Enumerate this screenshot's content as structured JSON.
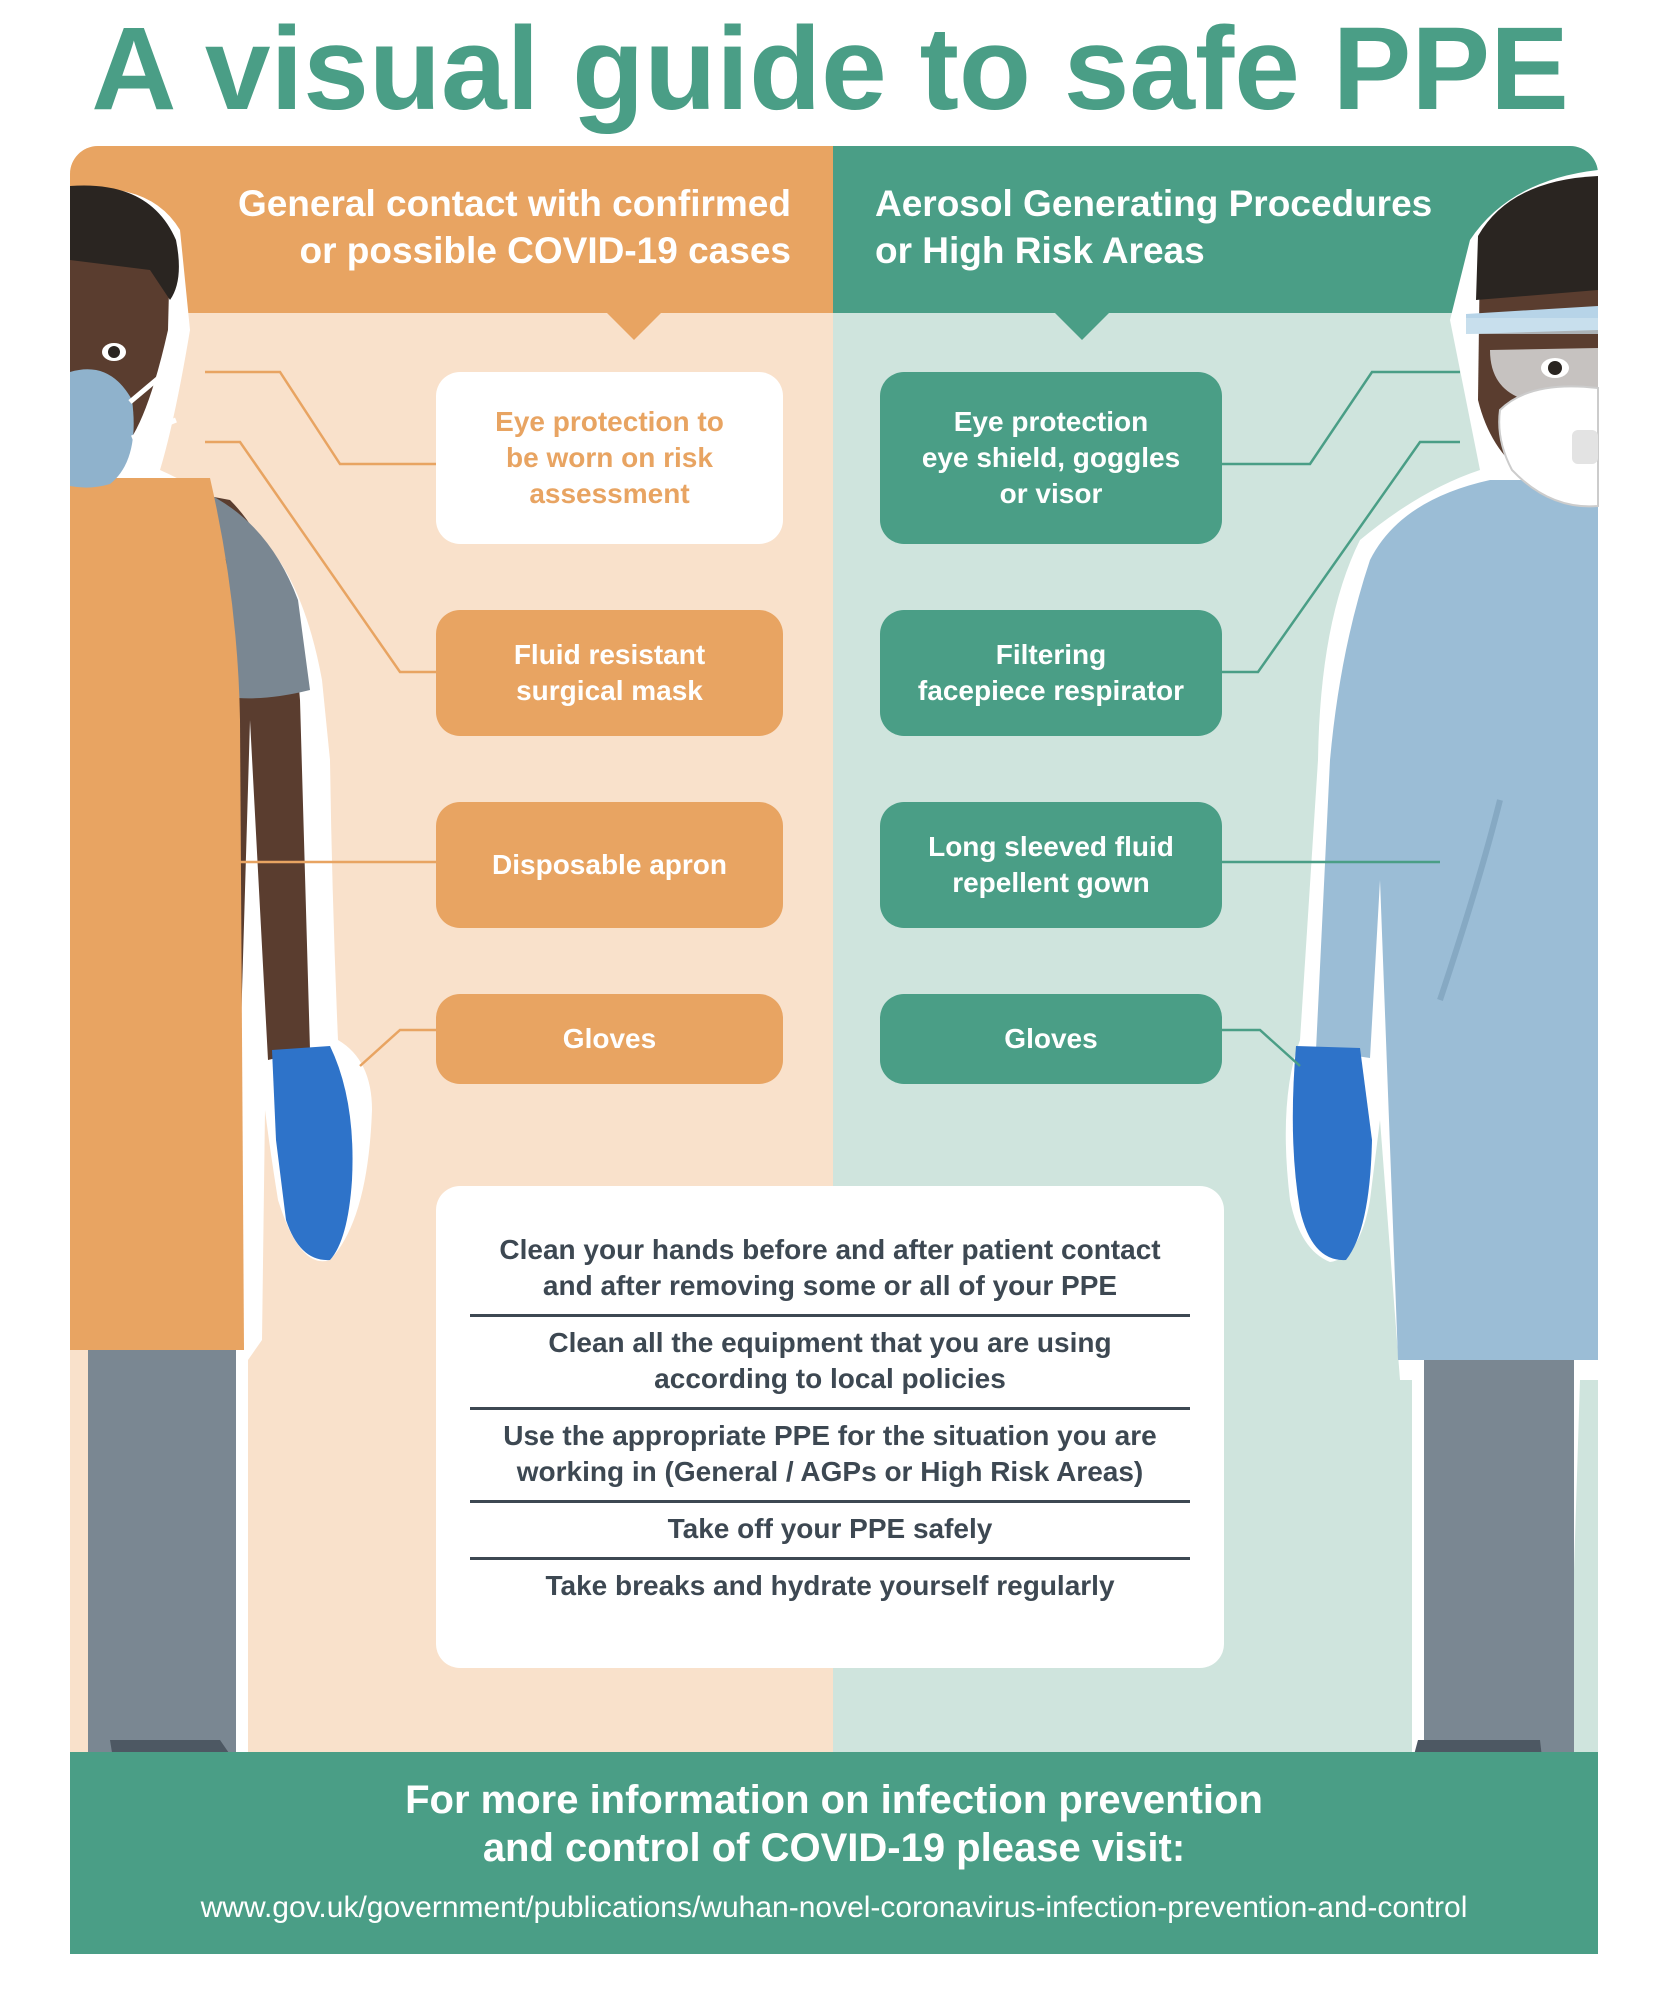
{
  "title": "A visual guide to safe PPE",
  "colors": {
    "title": "#4a9e86",
    "orange": "#e8a462",
    "orange_light": "#f9e1cb",
    "green": "#4a9e86",
    "green_light": "#cfe4dd",
    "glove_blue": "#2e73c9",
    "gown_blue": "#9bbdd6"
  },
  "left": {
    "heading": "General contact with confirmed\nor possible COVID-19 cases",
    "items": [
      "Eye protection to\nbe worn on risk\nassessment",
      "Fluid resistant\nsurgical mask",
      "Disposable apron",
      "Gloves"
    ]
  },
  "right": {
    "heading": "Aerosol Generating Procedures\nor High Risk Areas",
    "items": [
      "Eye protection\neye shield, goggles\nor visor",
      "Filtering\nfacepiece respirator",
      "Long sleeved fluid\nrepellent gown",
      "Gloves"
    ]
  },
  "tips": [
    "Clean your hands before and after patient contact\nand after removing some or all of your PPE",
    "Clean all the equipment that you are using\naccording to local policies",
    "Use the appropriate PPE for the situation you are\nworking in (General / AGPs or High Risk Areas)",
    "Take off your PPE safely",
    "Take breaks and hydrate yourself regularly"
  ],
  "footer": {
    "main": "For more information on infection prevention\nand control of COVID-19 please visit:",
    "url": "www.gov.uk/government/publications/wuhan-novel-coronavirus-infection-prevention-and-control"
  }
}
